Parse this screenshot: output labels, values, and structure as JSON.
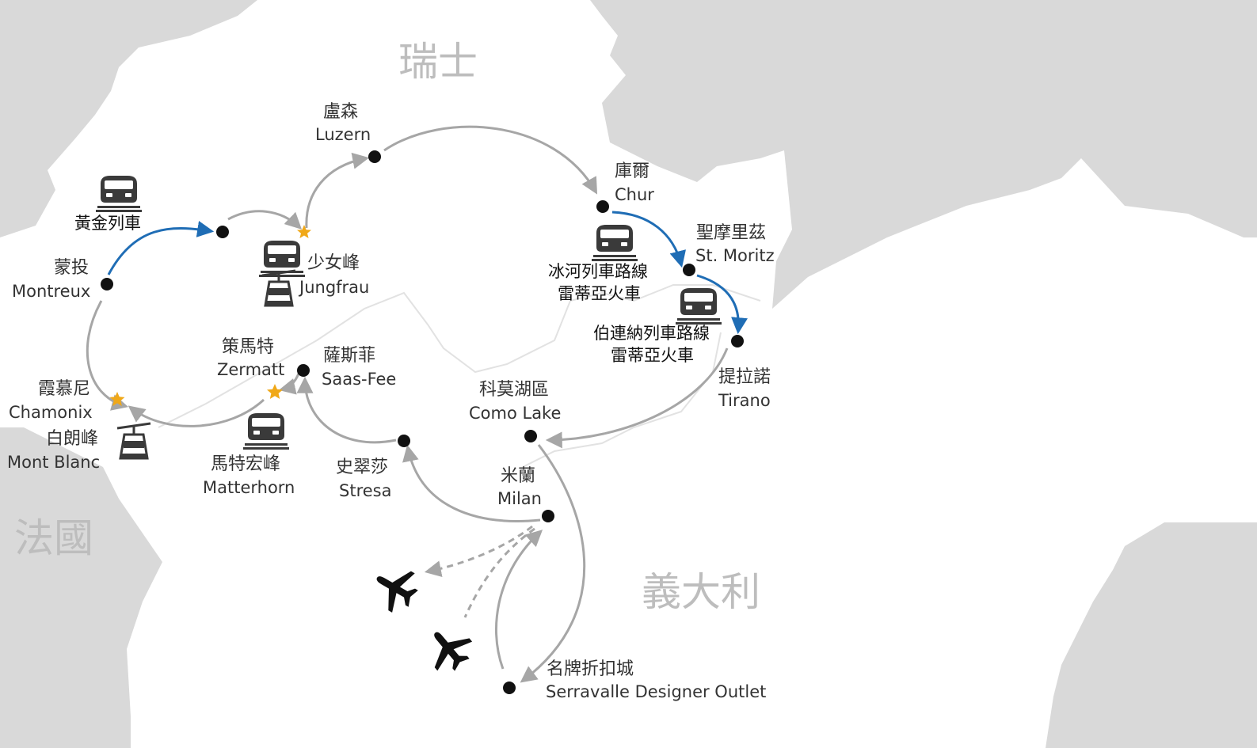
{
  "map": {
    "countries": {
      "switzerland": "瑞士",
      "france": "法國",
      "italy": "義大利"
    },
    "stops": {
      "luzern": {
        "zh": "盧森",
        "en": "Luzern"
      },
      "chur": {
        "zh": "庫爾",
        "en": "Chur"
      },
      "stmoritz": {
        "zh": "聖摩里茲",
        "en": "St. Moritz"
      },
      "tirano": {
        "zh": "提拉諾",
        "en": "Tirano"
      },
      "montreux": {
        "zh": "蒙投",
        "en": "Montreux"
      },
      "jungfrau": {
        "zh": "少女峰",
        "en": "Jungfrau"
      },
      "zermatt": {
        "zh": "策馬特",
        "en": "Zermatt"
      },
      "saasfee": {
        "zh": "薩斯菲",
        "en": "Saas-Fee"
      },
      "chamonix": {
        "zh": "霞慕尼",
        "en": "Chamonix"
      },
      "montblanc": {
        "zh": "白朗峰",
        "en": "Mont Blanc"
      },
      "matterhorn": {
        "zh": "馬特宏峰",
        "en": "Matterhorn"
      },
      "stresa": {
        "zh": "史翠莎",
        "en": "Stresa"
      },
      "comolake": {
        "zh": "科莫湖區",
        "en": "Como Lake"
      },
      "milan": {
        "zh": "米蘭",
        "en": "Milan"
      },
      "outlet": {
        "zh": "名牌折扣城",
        "en": "Serravalle Designer Outlet"
      }
    },
    "trains": {
      "golden_pass": "黃金列車",
      "glacier_line1": "冰河列車路線",
      "glacier_line2": "雷蒂亞火車",
      "bernina_line1": "伯連納列車路線",
      "bernina_line2": "雷蒂亞火車"
    },
    "icons": {
      "train": "train-icon",
      "cablecar": "cable-car-icon",
      "star": "star-icon",
      "airplane": "airplane-icon",
      "stop": "stop-dot"
    },
    "colors": {
      "land_neighbor": "#d9d9d9",
      "land_route": "#ffffff",
      "route_gray": "#a6a6a6",
      "route_blue": "#1f6db5",
      "star": "#f0a818",
      "dot": "#111111",
      "country_label": "#bdbdbd"
    }
  }
}
